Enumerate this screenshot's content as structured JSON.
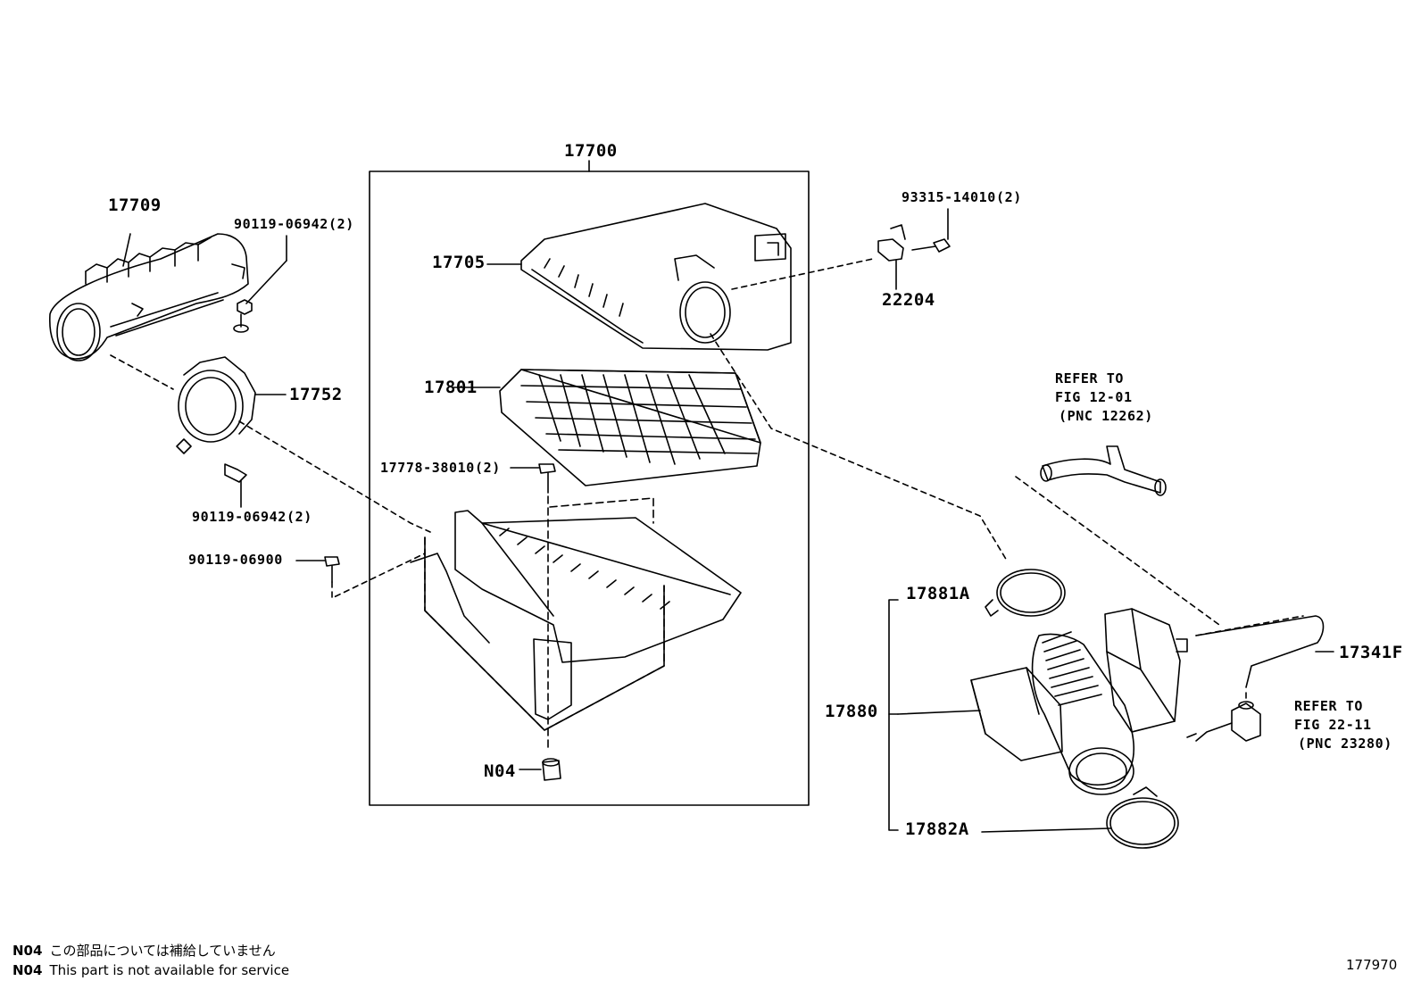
{
  "labels": {
    "p17700": "17700",
    "p17709": "17709",
    "p90119_06942_top": "90119-06942(2)",
    "p17705": "17705",
    "p93315": "93315-14010(2)",
    "p22204": "22204",
    "p17752": "17752",
    "p17801": "17801",
    "p17778": "17778-38010(2)",
    "p90119_06942_bottom": "90119-06942(2)",
    "p90119_06900": "90119-06900",
    "pN04": "N04",
    "p17881A": "17881A",
    "p17880": "17880",
    "p17882A": "17882A",
    "p17341F": "17341F"
  },
  "refer_notes": [
    {
      "line1": "REFER TO",
      "line2": "FIG 12-01",
      "line3": "(PNC 12262)"
    },
    {
      "line1": "REFER TO",
      "line2": "FIG 22-11",
      "line3": "(PNC 23280)"
    }
  ],
  "footer": {
    "line_ja": {
      "code": "N04",
      "text": "この部品については補給していません"
    },
    "line_en": {
      "code": "N04",
      "text": "This part is not available for service"
    },
    "figure_id": "177970"
  }
}
